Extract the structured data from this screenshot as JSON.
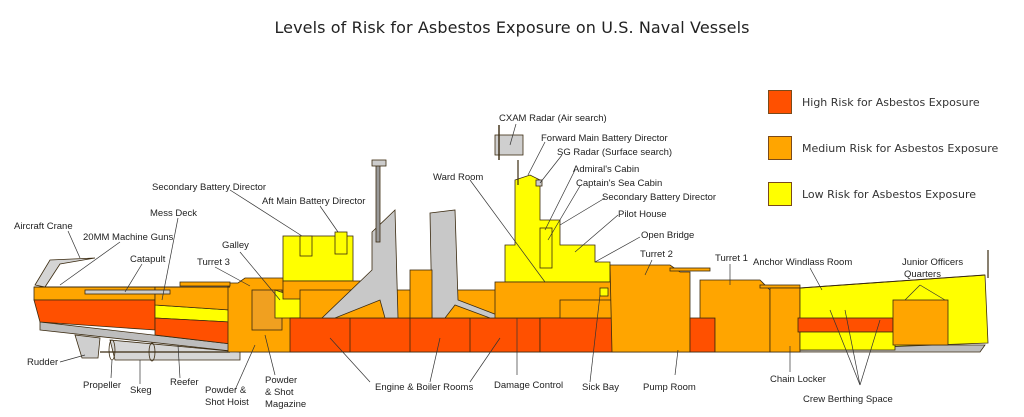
{
  "title": "Levels of Risk for Asbestos Exposure on U.S. Naval Vessels",
  "colors": {
    "high": "#FF5000",
    "medium": "#FFA500",
    "low": "#FFFF00",
    "structure": "#C8C8C8",
    "outline": "#3A2A10"
  },
  "legend": [
    {
      "label": "High Risk  for Asbestos Exposure",
      "color": "#FF5000"
    },
    {
      "label": "Medium Risk for Asbestos Exposure",
      "color": "#FFA500"
    },
    {
      "label": "Low Risk for Asbestos Exposure",
      "color": "#FFFF00"
    }
  ],
  "labels": {
    "top": {
      "aircraft_crane": "Aircraft Crane",
      "machine_guns": "20MM Machine Guns",
      "catapult": "Catapult",
      "mess_deck": "Mess Deck",
      "secondary_battery_director_aft": "Secondary Battery Director",
      "aft_main_battery_director": "Aft Main Battery Director",
      "galley": "Galley",
      "turret_3": "Turret 3",
      "ward_room": "Ward Room",
      "cxam_radar": "CXAM Radar (Air search)",
      "forward_main_battery_director": "Forward Main Battery Director",
      "sg_radar": "SG Radar (Surface search)",
      "admirals_cabin": "Admiral's Cabin",
      "captains_sea_cabin": "Captain's Sea Cabin",
      "secondary_battery_director_fwd": "Secondary Battery Director",
      "pilot_house": "Pilot House",
      "open_bridge": "Open Bridge",
      "turret_2": "Turret 2",
      "turret_1": "Turret 1",
      "anchor_windlass_room": "Anchor Windlass Room",
      "junior_officers_quarters_1": "Junior Officers",
      "junior_officers_quarters_2": "Quarters"
    },
    "bottom": {
      "rudder": "Rudder",
      "propeller": "Propeller",
      "skeg": "Skeg",
      "reefer": "Reefer",
      "powder_shot_hoist_1": "Powder &",
      "powder_shot_hoist_2": "Shot Hoist",
      "powder_shot_magazine_1": "Powder",
      "powder_shot_magazine_2": "& Shot",
      "powder_shot_magazine_3": "Magazine",
      "engine_boiler_rooms": "Engine & Boiler Rooms",
      "damage_control": "Damage Control",
      "sick_bay": "Sick  Bay",
      "pump_room": "Pump Room",
      "chain_locker": "Chain Locker",
      "crew_berthing_space": "Crew Berthing Space"
    }
  }
}
